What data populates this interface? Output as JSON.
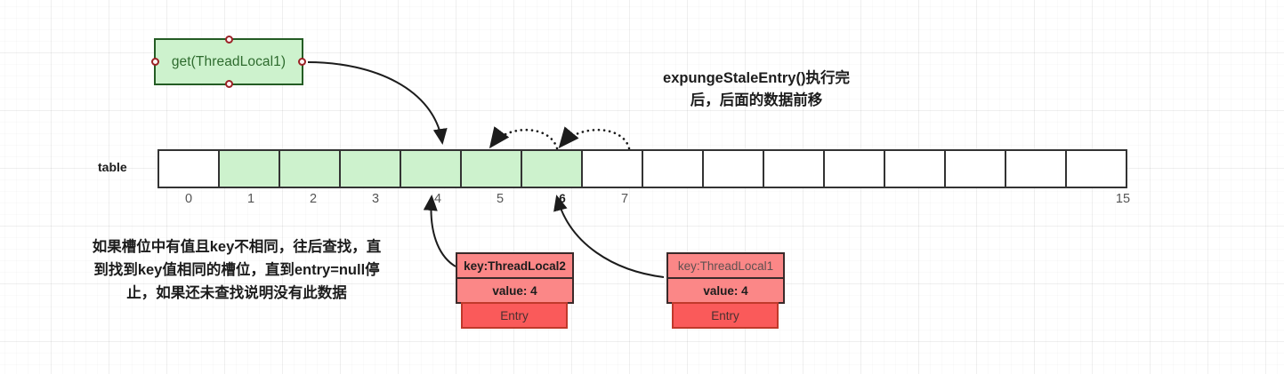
{
  "diagram": {
    "title_note": [
      "expungeStaleEntry()执行完",
      "后，后面的数据前移"
    ],
    "method_node": {
      "label": "get(ThreadLocal1)",
      "fill": "#cdf2cd",
      "stroke": "#245c24"
    },
    "table": {
      "label": "table",
      "cells": [
        {
          "index": "0",
          "filled": false
        },
        {
          "index": "1",
          "filled": true
        },
        {
          "index": "2",
          "filled": true
        },
        {
          "index": "3",
          "filled": true
        },
        {
          "index": "4",
          "filled": true
        },
        {
          "index": "5",
          "filled": true
        },
        {
          "index": "6",
          "filled": true
        },
        {
          "index": "7",
          "filled": false
        },
        {
          "index": "",
          "filled": false
        },
        {
          "index": "",
          "filled": false
        },
        {
          "index": "",
          "filled": false
        },
        {
          "index": "",
          "filled": false
        },
        {
          "index": "",
          "filled": false
        },
        {
          "index": "",
          "filled": false
        },
        {
          "index": "",
          "filled": false
        },
        {
          "index": "15",
          "filled": false
        }
      ],
      "filled_color": "#cdf2cd",
      "empty_color": "#ffffff"
    },
    "left_note": [
      "如果槽位中有值且key不相同，往后查找，直",
      "到找到key值相同的槽位，直到entry=null停",
      "止，如果还未查找说明没有此数据"
    ],
    "entries": [
      {
        "key": "key:ThreadLocal2",
        "value": "value: 4",
        "name": "Entry",
        "key_bold": true,
        "fill": "#fb8787",
        "name_fill": "#fa5a5a"
      },
      {
        "key": "key:ThreadLocal1",
        "value": "value: 4",
        "name": "Entry",
        "key_bold": false,
        "fill": "#fb8787",
        "name_fill": "#fa5a5a"
      }
    ]
  }
}
